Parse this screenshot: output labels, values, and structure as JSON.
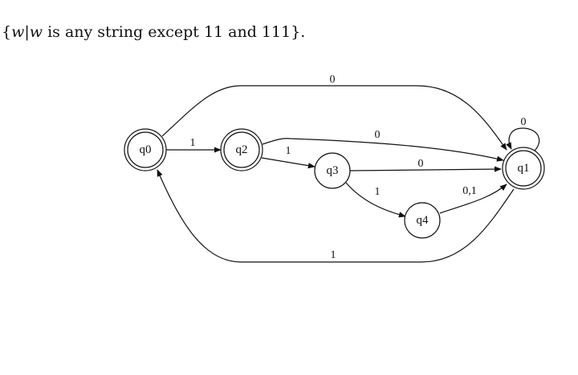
{
  "caption": {
    "open": "{",
    "var1": "w",
    "bar": "|",
    "var2": "w",
    "text": " is any string except 11 and 111}."
  },
  "states": [
    {
      "id": "q0",
      "accepting": true
    },
    {
      "id": "q1",
      "accepting": true
    },
    {
      "id": "q2",
      "accepting": true
    },
    {
      "id": "q3",
      "accepting": false
    },
    {
      "id": "q4",
      "accepting": false
    }
  ],
  "transitions": [
    {
      "from": "q0",
      "to": "q1",
      "label": "0"
    },
    {
      "from": "q0",
      "to": "q2",
      "label": "1"
    },
    {
      "from": "q2",
      "to": "q1",
      "label": "0"
    },
    {
      "from": "q2",
      "to": "q3",
      "label": "1"
    },
    {
      "from": "q3",
      "to": "q1",
      "label": "0"
    },
    {
      "from": "q3",
      "to": "q4",
      "label": "1"
    },
    {
      "from": "q4",
      "to": "q1",
      "label": "0,1"
    },
    {
      "from": "q1",
      "to": "q0",
      "label": "1"
    },
    {
      "from": "q1",
      "to": "q1",
      "label": "0"
    }
  ]
}
